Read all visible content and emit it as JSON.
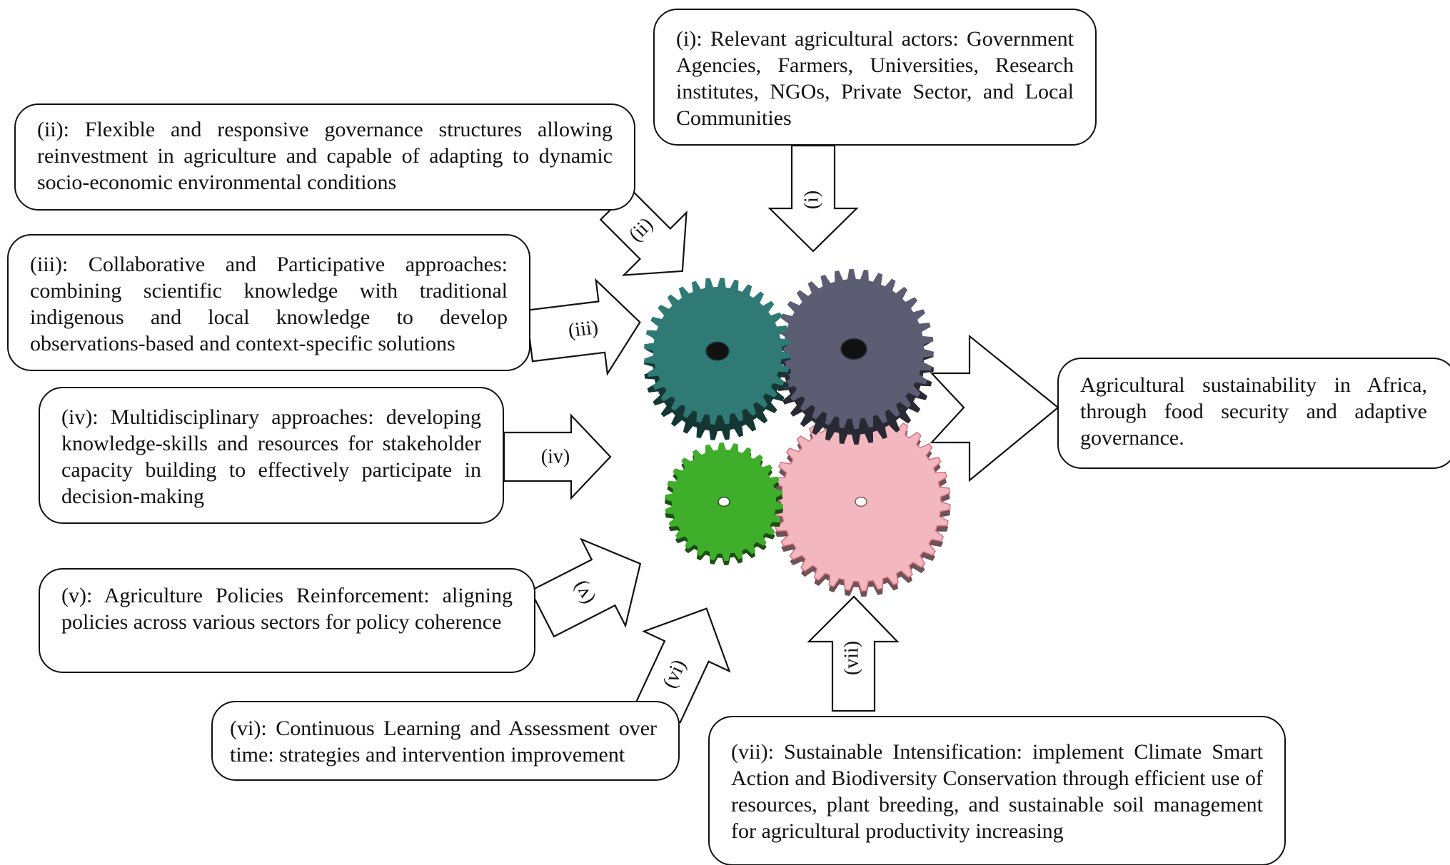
{
  "boxes": {
    "i": "(i): Relevant agricultural actors: Government Agencies, Farmers, Universities, Research institutes, NGOs, Private Sector, and Local Communities",
    "ii": "(ii): Flexible and responsive governance structures allowing reinvestment in agriculture and capable of adapting to dynamic socio-economic environmental conditions",
    "iii": "(iii): Collaborative and Participative approaches: combining scientific knowledge with traditional indigenous and local knowledge to develop observations-based and context-specific solutions",
    "iv": "(iv): Multidisciplinary approaches: developing knowledge-skills and resources for stakeholder capacity building to effectively participate in decision-making",
    "v": "(v): Agriculture Policies Reinforcement: aligning policies across various sectors for policy coherence",
    "vi": "(vi): Continuous Learning and Assessment over time: strategies and intervention improvement",
    "vii": "(vii): Sustainable Intensification: implement Climate Smart Action and Biodiversity Conservation through efficient use of resources, plant breeding, and sustainable soil management for agricultural productivity increasing",
    "outcome": "Agricultural sustainability in Africa, through food security and adaptive governance."
  },
  "arrow_labels": {
    "i": "(i)",
    "ii": "(ii)",
    "iii": "(iii)",
    "iv": "(iv)",
    "v": "(v)",
    "vi": "(vi)",
    "vii": "(vii)"
  },
  "gears": [
    {
      "name": "teal-gear",
      "color": "#2f7a74"
    },
    {
      "name": "slate-gear",
      "color": "#5c5c73"
    },
    {
      "name": "green-gear",
      "color": "#3fae2a"
    },
    {
      "name": "pink-gear",
      "color": "#f2b7bf"
    }
  ]
}
